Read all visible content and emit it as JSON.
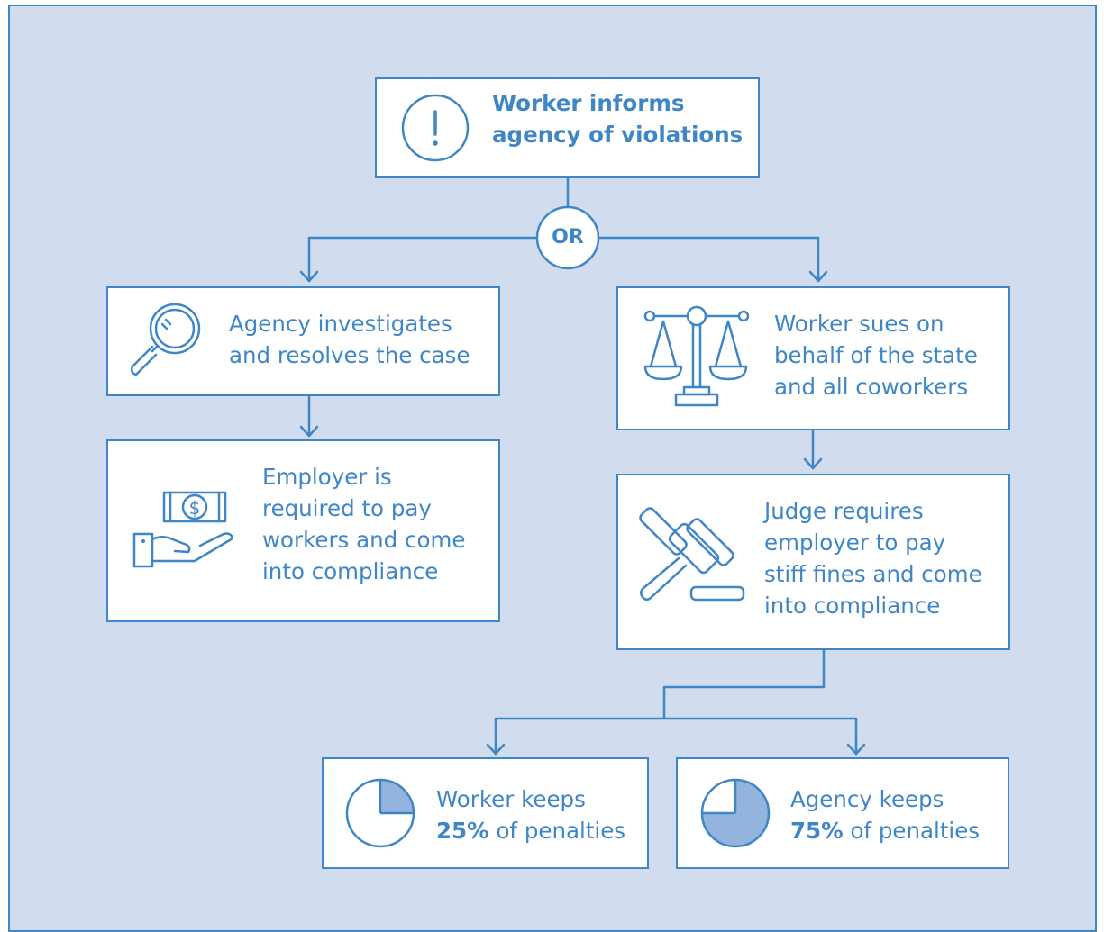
{
  "colors": {
    "accent": "#3f86c6",
    "panel": "#d1ddef",
    "box": "#ffffff",
    "pie_fill": "#93b4dd"
  },
  "or_label": "OR",
  "top": {
    "lines": [
      "Worker informs",
      "agency of violations"
    ],
    "icon": "exclamation-circle-icon"
  },
  "left1": {
    "lines": [
      "Agency investigates",
      "and resolves the case"
    ],
    "icon": "magnifying-glass-icon"
  },
  "left2": {
    "lines": [
      "Employer is",
      "required to pay",
      "workers and come",
      "into compliance"
    ],
    "icon": "hand-with-money-icon"
  },
  "right1": {
    "lines": [
      "Worker sues on",
      "behalf of the state",
      "and all coworkers"
    ],
    "icon": "scales-of-justice-icon"
  },
  "right2": {
    "lines": [
      "Judge requires",
      "employer to pay",
      "stiff fines and come",
      "into compliance"
    ],
    "icon": "gavel-icon"
  },
  "worker_keeps": {
    "line1": "Worker keeps",
    "pct": "25%",
    "rest": " of penalties",
    "share": 0.25,
    "icon": "pie-25-icon"
  },
  "agency_keeps": {
    "line1": "Agency keeps",
    "pct": "75%",
    "rest": " of penalties",
    "share": 0.75,
    "icon": "pie-75-icon"
  }
}
